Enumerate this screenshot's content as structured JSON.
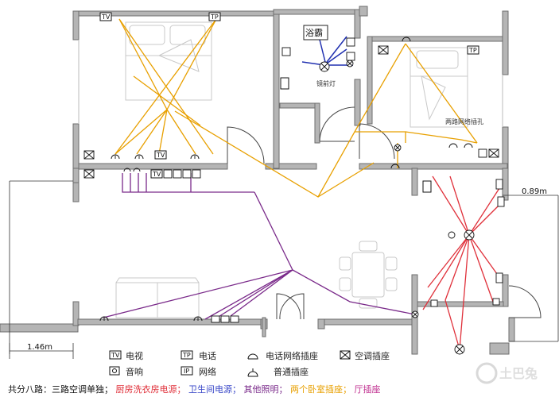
{
  "room_labels": {
    "bath_heater": "浴霸",
    "bath_lamp": "镜前灯",
    "bedroom_dual_network": "两路网络插孔"
  },
  "symbol_tags": {
    "tv": "TV",
    "tp": "TP"
  },
  "dimensions": {
    "left_width": "1.46m",
    "right_width": "0.89m"
  },
  "legend": [
    {
      "symbol": "tv-box",
      "tag": "TV",
      "label": "电视"
    },
    {
      "symbol": "tp-box",
      "tag": "TP",
      "label": "电话"
    },
    {
      "symbol": "phone-network-socket",
      "label": "电话网络插座"
    },
    {
      "symbol": "ac-socket",
      "label": "空调插座"
    },
    {
      "symbol": "speaker",
      "label": "音响"
    },
    {
      "symbol": "network-box",
      "tag": "IP",
      "label": "网络"
    },
    {
      "symbol": "standard-socket",
      "label": "普通插座"
    }
  ],
  "footer": {
    "prefix": "共分八路：三路空调单独；",
    "circuits": [
      {
        "label": "厨房洗衣房电源；",
        "color": "#e0303a"
      },
      {
        "label": "卫生间电源；",
        "color": "#3a48c8"
      },
      {
        "label": "其他照明；",
        "color": "#7a2a8a"
      },
      {
        "label": "两个卧室插座；",
        "color": "#e8a000"
      },
      {
        "label": "厅插座",
        "color": "#c03090"
      }
    ]
  },
  "watermark": "土巴兔",
  "colors": {
    "wall": "#9a9a9a",
    "kitchen": "#e0303a",
    "bathroom": "#2030b0",
    "lighting": "#7a2a8a",
    "bedroom": "#e8a000",
    "living_room": "#c03090"
  }
}
